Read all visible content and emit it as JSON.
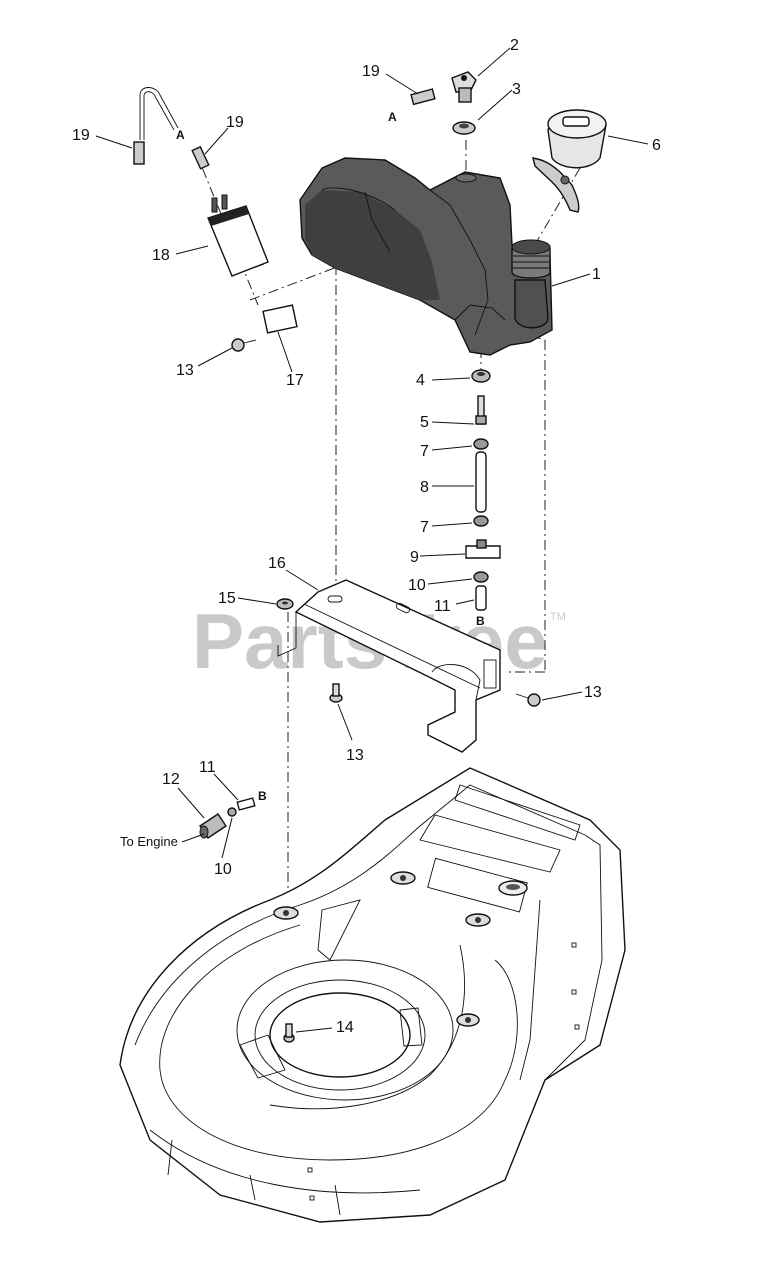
{
  "watermark": {
    "text": "PartsTree",
    "trademark": "TM"
  },
  "callouts": [
    {
      "id": "c-19a",
      "text": "19"
    },
    {
      "id": "c-19b",
      "text": "19"
    },
    {
      "id": "c-19c",
      "text": "19"
    },
    {
      "id": "c-2",
      "text": "2"
    },
    {
      "id": "c-3",
      "text": "3"
    },
    {
      "id": "c-6",
      "text": "6"
    },
    {
      "id": "c-1",
      "text": "1"
    },
    {
      "id": "c-18",
      "text": "18"
    },
    {
      "id": "c-13a",
      "text": "13"
    },
    {
      "id": "c-17",
      "text": "17"
    },
    {
      "id": "c-4",
      "text": "4"
    },
    {
      "id": "c-5",
      "text": "5"
    },
    {
      "id": "c-7a",
      "text": "7"
    },
    {
      "id": "c-8",
      "text": "8"
    },
    {
      "id": "c-7b",
      "text": "7"
    },
    {
      "id": "c-9",
      "text": "9"
    },
    {
      "id": "c-10a",
      "text": "10"
    },
    {
      "id": "c-11a",
      "text": "11"
    },
    {
      "id": "c-16",
      "text": "16"
    },
    {
      "id": "c-15",
      "text": "15"
    },
    {
      "id": "c-13b",
      "text": "13"
    },
    {
      "id": "c-13c",
      "text": "13"
    },
    {
      "id": "c-12",
      "text": "12"
    },
    {
      "id": "c-11b",
      "text": "11"
    },
    {
      "id": "c-10b",
      "text": "10"
    },
    {
      "id": "c-14",
      "text": "14"
    }
  ],
  "connection_marks": {
    "a": "A",
    "b": "B"
  },
  "note": "To Engine",
  "colors": {
    "tank_fill": "#5a5a5a",
    "tank_shade": "#3f3f3f",
    "line": "#111111",
    "watermark": "#c9c9c9"
  }
}
